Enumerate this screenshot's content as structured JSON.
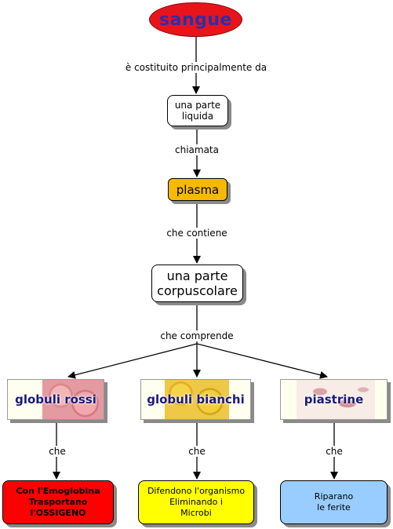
{
  "nodes": {
    "sangue": "sangue",
    "parte_liquida": [
      "una parte",
      "liquida"
    ],
    "plasma": "plasma",
    "parte_corpuscolare": [
      "una parte",
      "corpuscolare"
    ],
    "globuli_rossi": "globuli rossi",
    "globuli_bianchi": "globuli bianchi",
    "piastrine": "piastrine",
    "ossigeno": [
      "Con l'Emoglobina",
      "Trasportano",
      "l'OSSIGENO"
    ],
    "microbi": [
      "Difendono l'organismo",
      "Eliminando i",
      "Microbi"
    ],
    "ferite": [
      "Riparano",
      "le ferite"
    ]
  },
  "links": {
    "costituito": "è costituito principalmente da",
    "chiamata": "chiamata",
    "contiene": "che contiene",
    "comprende": "che comprende",
    "che_rossi": "che",
    "che_bianchi": "che",
    "che_piastrine": "che"
  },
  "colors": {
    "sangue": "#e8141c",
    "plasma": "#f6b900",
    "ossigeno": "#ff0000",
    "microbi": "#ffff00",
    "ferite": "#99ccff"
  }
}
